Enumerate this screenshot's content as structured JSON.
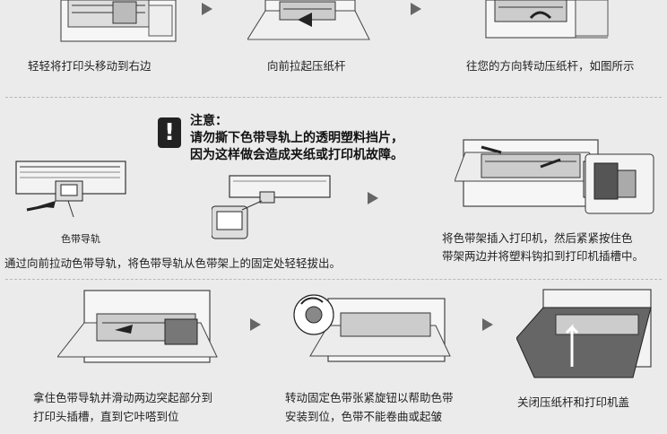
{
  "row1": {
    "captions": [
      "轻轻将打印头移动到右边",
      "向前拉起压纸杆",
      "往您的方向转动压纸杆，如图所示"
    ]
  },
  "notice": {
    "icon": "exclamation-icon",
    "title": "注意：",
    "line1": "请勿撕下色带导轨上的透明塑料挡片，",
    "line2": "因为这样做会造成夹纸或打印机故障。"
  },
  "row2": {
    "ribbon_guide_label": "色带导轨",
    "caption_left": "通过向前拉动色带导轨，将色带导轨从色带架上的固定处轻轻拔出。",
    "caption_right_line1": "将色带架插入打印机，然后紧紧按住色",
    "caption_right_line2": "带架两边并将塑料钩扣到打印机插槽中。"
  },
  "row3": {
    "caption1_line1": "拿住色带导轨并滑动两边突起部分到",
    "caption1_line2": "打印头插槽，直到它咔嗒到位",
    "caption2_line1": "转动固定色带张紧旋钮以帮助色带",
    "caption2_line2": "安装到位，色带不能卷曲或起皱",
    "caption3": "关闭压纸杆和打印机盖"
  }
}
